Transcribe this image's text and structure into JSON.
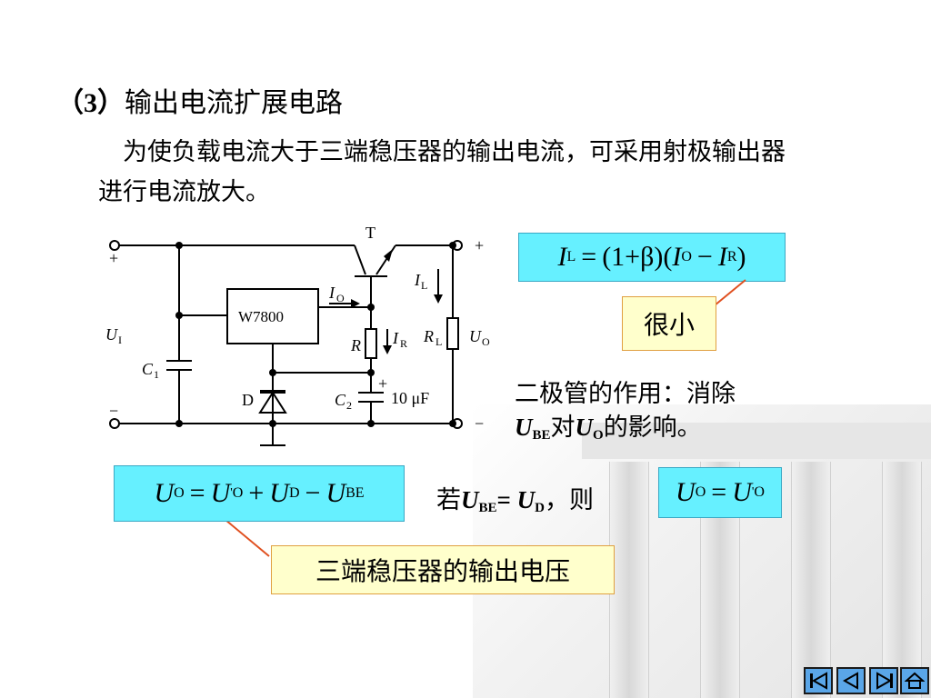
{
  "heading": {
    "num": "（3）",
    "title": "输出电流扩展电路"
  },
  "paragraph": "为使负载电流大于三端稳压器的输出电流，可采用射极输出器进行电流放大。",
  "circuit": {
    "transistor": "T",
    "regulator": "W7800",
    "plus_left": "+",
    "minus_left": "−",
    "plus_right": "+",
    "minus_right": "−",
    "ui": "U",
    "ui_sub": "I",
    "c1": "C",
    "c1_sub": "1",
    "io": "I",
    "io_sub": "O",
    "r": "R",
    "ir": "I",
    "ir_sub": "R",
    "il": "I",
    "il_sub": "L",
    "rl": "R",
    "rl_sub": "L",
    "uo": "U",
    "uo_sub": "O",
    "diode": "D",
    "c2": "C",
    "c2_sub": "2",
    "c2_plus": "+",
    "c2_value": "10 μF"
  },
  "formula1": {
    "lhs": "I",
    "lhs_sub": "L",
    "eq": "=",
    "mid": "(1+β)(",
    "io": "I",
    "io_sub": "O",
    "minus": "−",
    "ir": "I",
    "ir_sub": "R",
    "close": ")"
  },
  "callout_small": "很小",
  "note": {
    "line1": "二极管的作用：消除",
    "ube": "U",
    "ube_sub": "BE",
    "dui": "对",
    "uo": "U",
    "uo_sub": "O",
    "tail": "的影响。"
  },
  "formula2": {
    "uo": "U",
    "uo_sub": "O",
    "eq": "=",
    "uop": "U",
    "uop_sup": "'",
    "uop_sub": "O",
    "plus": "+",
    "ud": "U",
    "ud_sub": "D",
    "minus": "−",
    "ube": "U",
    "ube_sub": "BE"
  },
  "condition": {
    "ruo": "若",
    "ube": "U",
    "ube_sub": "BE",
    "eq": "= ",
    "ud": "U",
    "ud_sub": "D",
    "ze": "，则"
  },
  "formula3": {
    "uo": "U",
    "uo_sub": "O",
    "eq": "=",
    "uop": "U",
    "uop_sup": "'",
    "uop_sub": "O"
  },
  "callout_regulator": "三端稳压器的输出电压",
  "colors": {
    "formula_bg": "#66f0ff",
    "callout_bg": "#ffffcc",
    "callout_border": "#e0a040",
    "leader": "#e05020",
    "nav": "#5aa6e8"
  },
  "nav": [
    "first-page-icon",
    "prev-page-icon",
    "next-page-icon",
    "home-icon"
  ]
}
